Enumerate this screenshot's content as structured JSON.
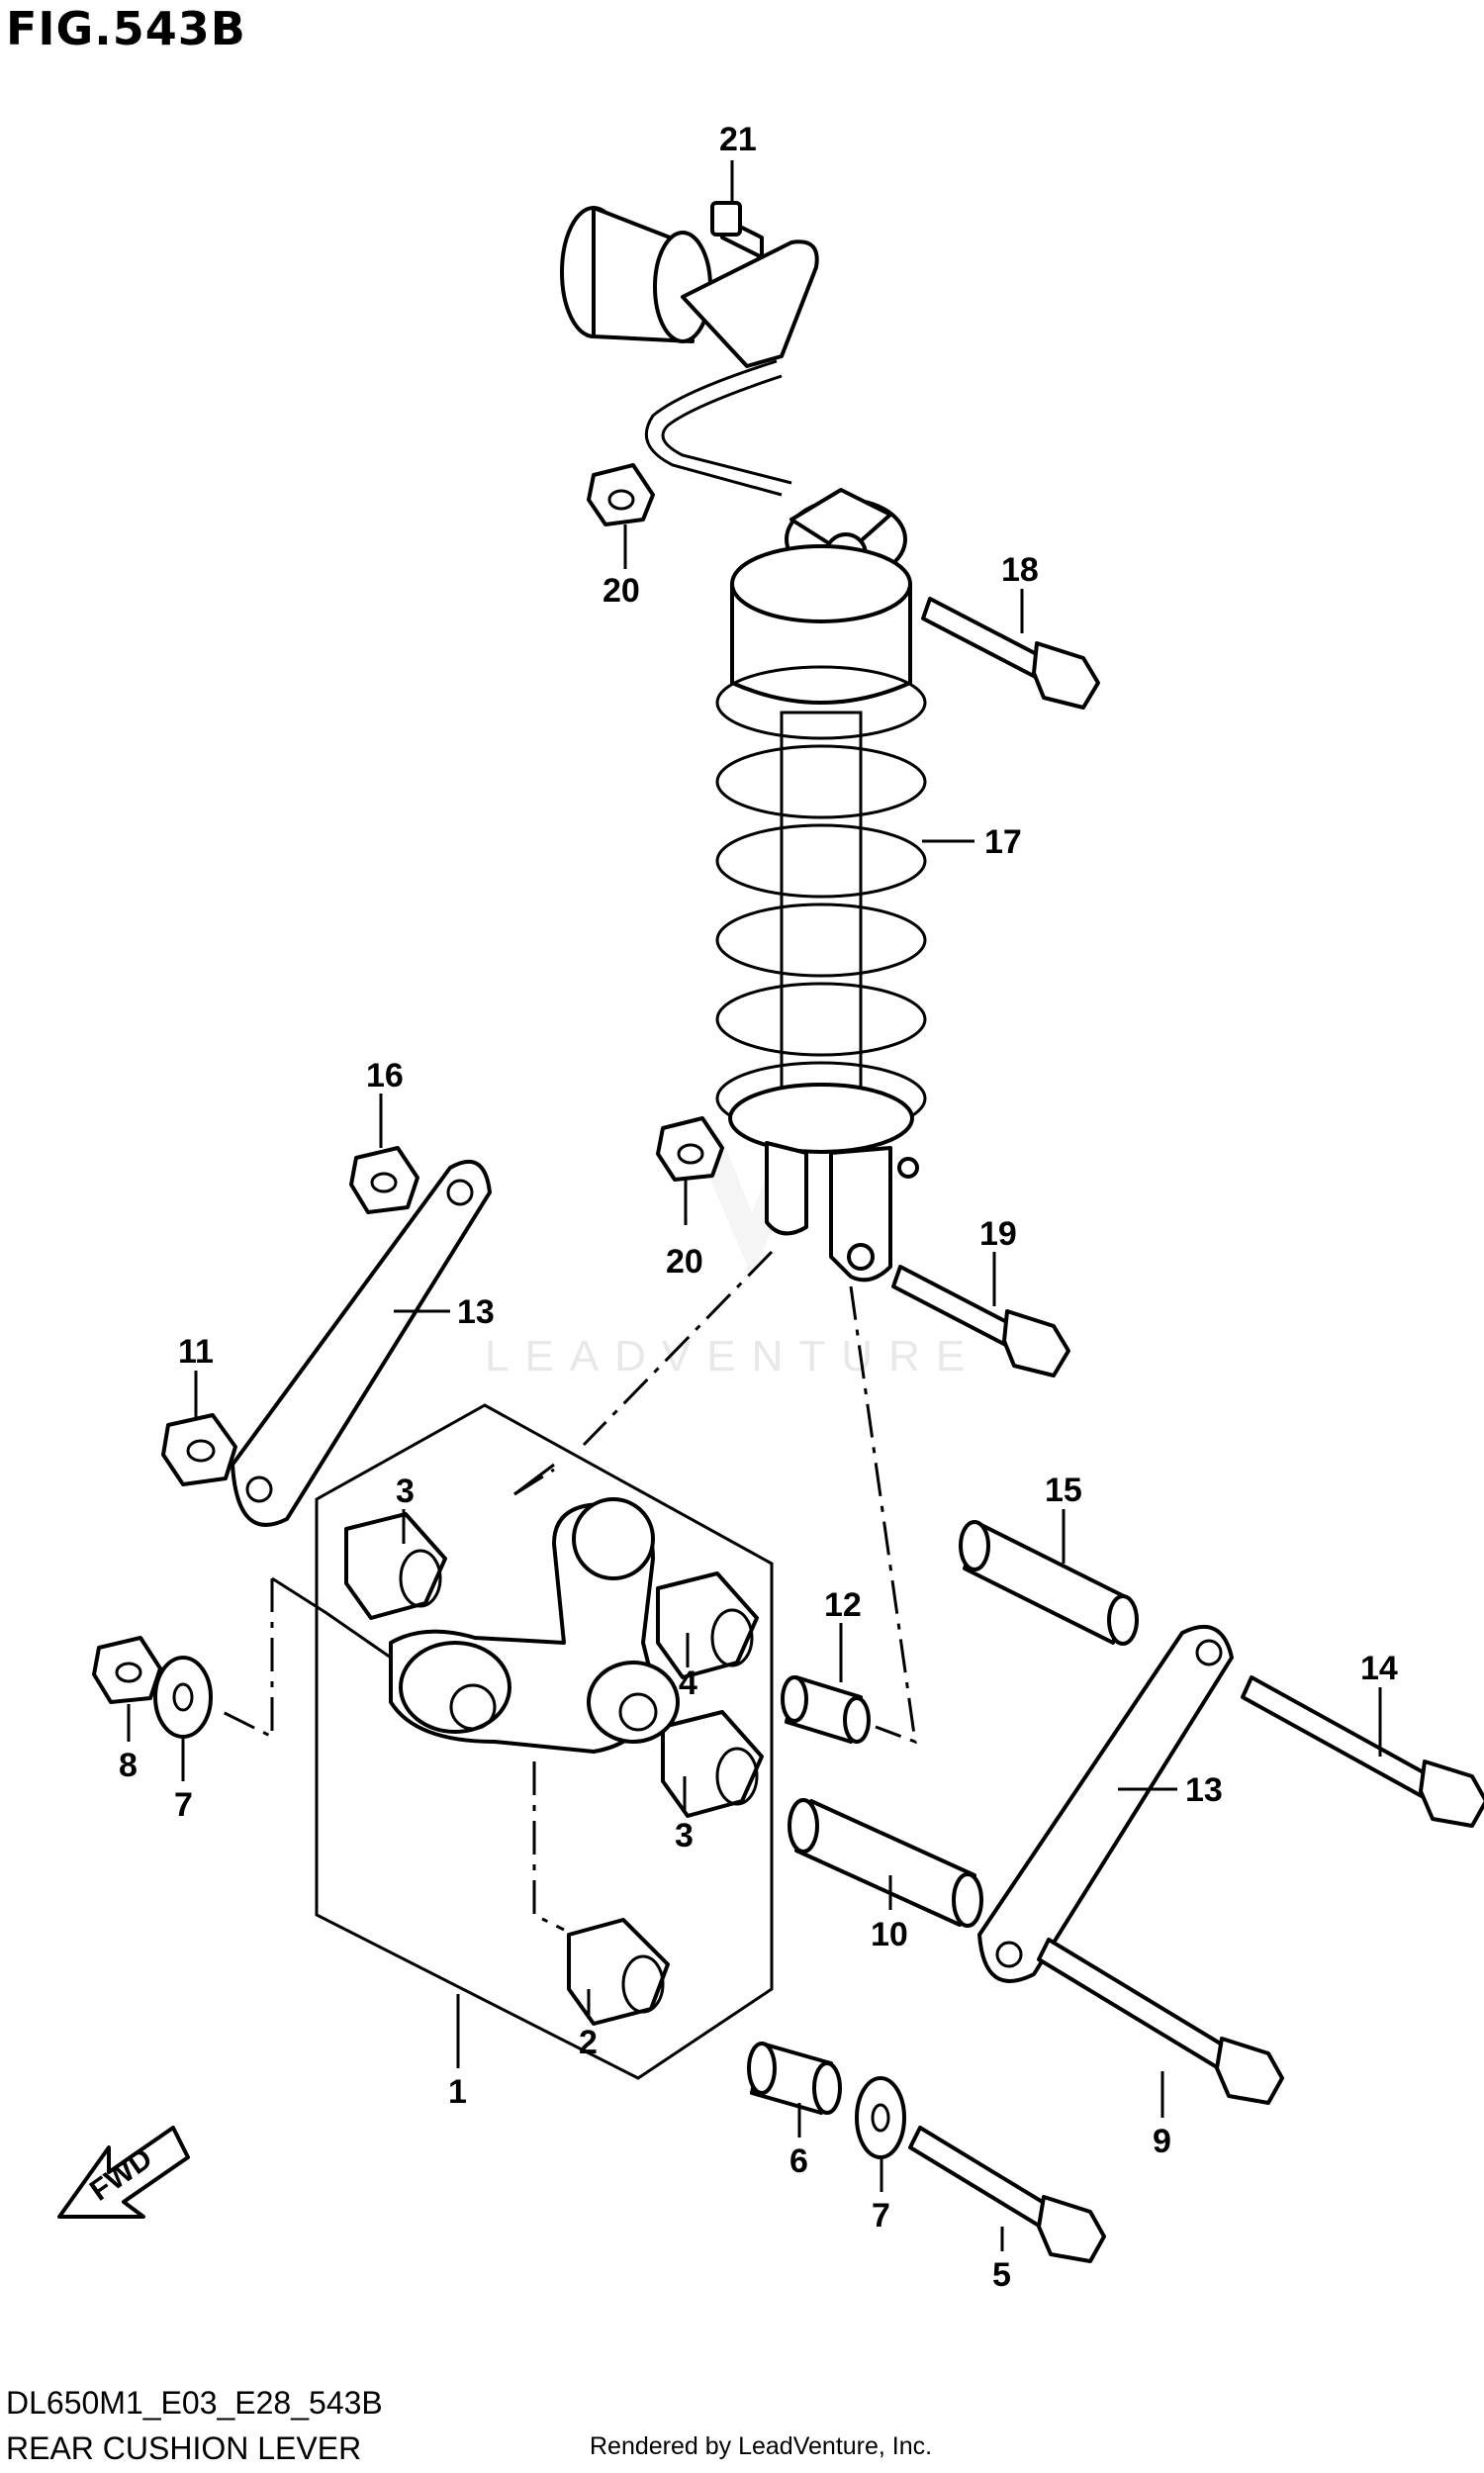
{
  "figure": {
    "title": "FIG.543B",
    "code": "DL650M1_E03_E28_543B",
    "section": "REAR CUSHION LEVER",
    "credit": "Rendered by LeadVenture, Inc.",
    "watermark": "LEADVENTURE",
    "fwd_label": "FWD"
  },
  "callouts": [
    {
      "id": "c21a",
      "text": "21"
    },
    {
      "id": "c20a",
      "text": "20"
    },
    {
      "id": "c18",
      "text": "18"
    },
    {
      "id": "c17",
      "text": "17"
    },
    {
      "id": "c16",
      "text": "16"
    },
    {
      "id": "c13a",
      "text": "13"
    },
    {
      "id": "c20b",
      "text": "20"
    },
    {
      "id": "c19",
      "text": "19"
    },
    {
      "id": "c11",
      "text": "11"
    },
    {
      "id": "c15",
      "text": "15"
    },
    {
      "id": "c3a",
      "text": "3"
    },
    {
      "id": "c12",
      "text": "12"
    },
    {
      "id": "c14",
      "text": "14"
    },
    {
      "id": "c4",
      "text": "4"
    },
    {
      "id": "c8",
      "text": "8"
    },
    {
      "id": "c7a",
      "text": "7"
    },
    {
      "id": "c3b",
      "text": "3"
    },
    {
      "id": "c13b",
      "text": "13"
    },
    {
      "id": "c10",
      "text": "10"
    },
    {
      "id": "c2",
      "text": "2"
    },
    {
      "id": "c9",
      "text": "9"
    },
    {
      "id": "c1",
      "text": "1"
    },
    {
      "id": "c6",
      "text": "6"
    },
    {
      "id": "c7b",
      "text": "7"
    },
    {
      "id": "c5",
      "text": "5"
    }
  ]
}
